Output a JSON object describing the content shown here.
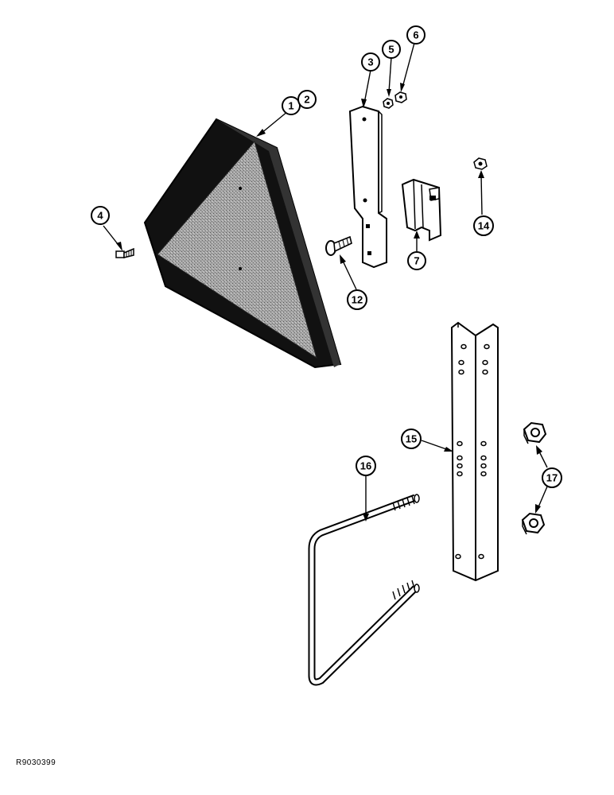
{
  "callouts": [
    {
      "id": "c1",
      "label": "1"
    },
    {
      "id": "c2",
      "label": "2"
    },
    {
      "id": "c3",
      "label": "3"
    },
    {
      "id": "c4",
      "label": "4"
    },
    {
      "id": "c5",
      "label": "5"
    },
    {
      "id": "c6",
      "label": "6"
    },
    {
      "id": "c7",
      "label": "7"
    },
    {
      "id": "c12",
      "label": "12"
    },
    {
      "id": "c14",
      "label": "14"
    },
    {
      "id": "c15",
      "label": "15"
    },
    {
      "id": "c16",
      "label": "16"
    },
    {
      "id": "c17",
      "label": "17"
    }
  ],
  "footer_ref": "R9030399",
  "colors": {
    "ink": "#000000",
    "reflective": "#9a9a9a",
    "paper": "#ffffff"
  }
}
